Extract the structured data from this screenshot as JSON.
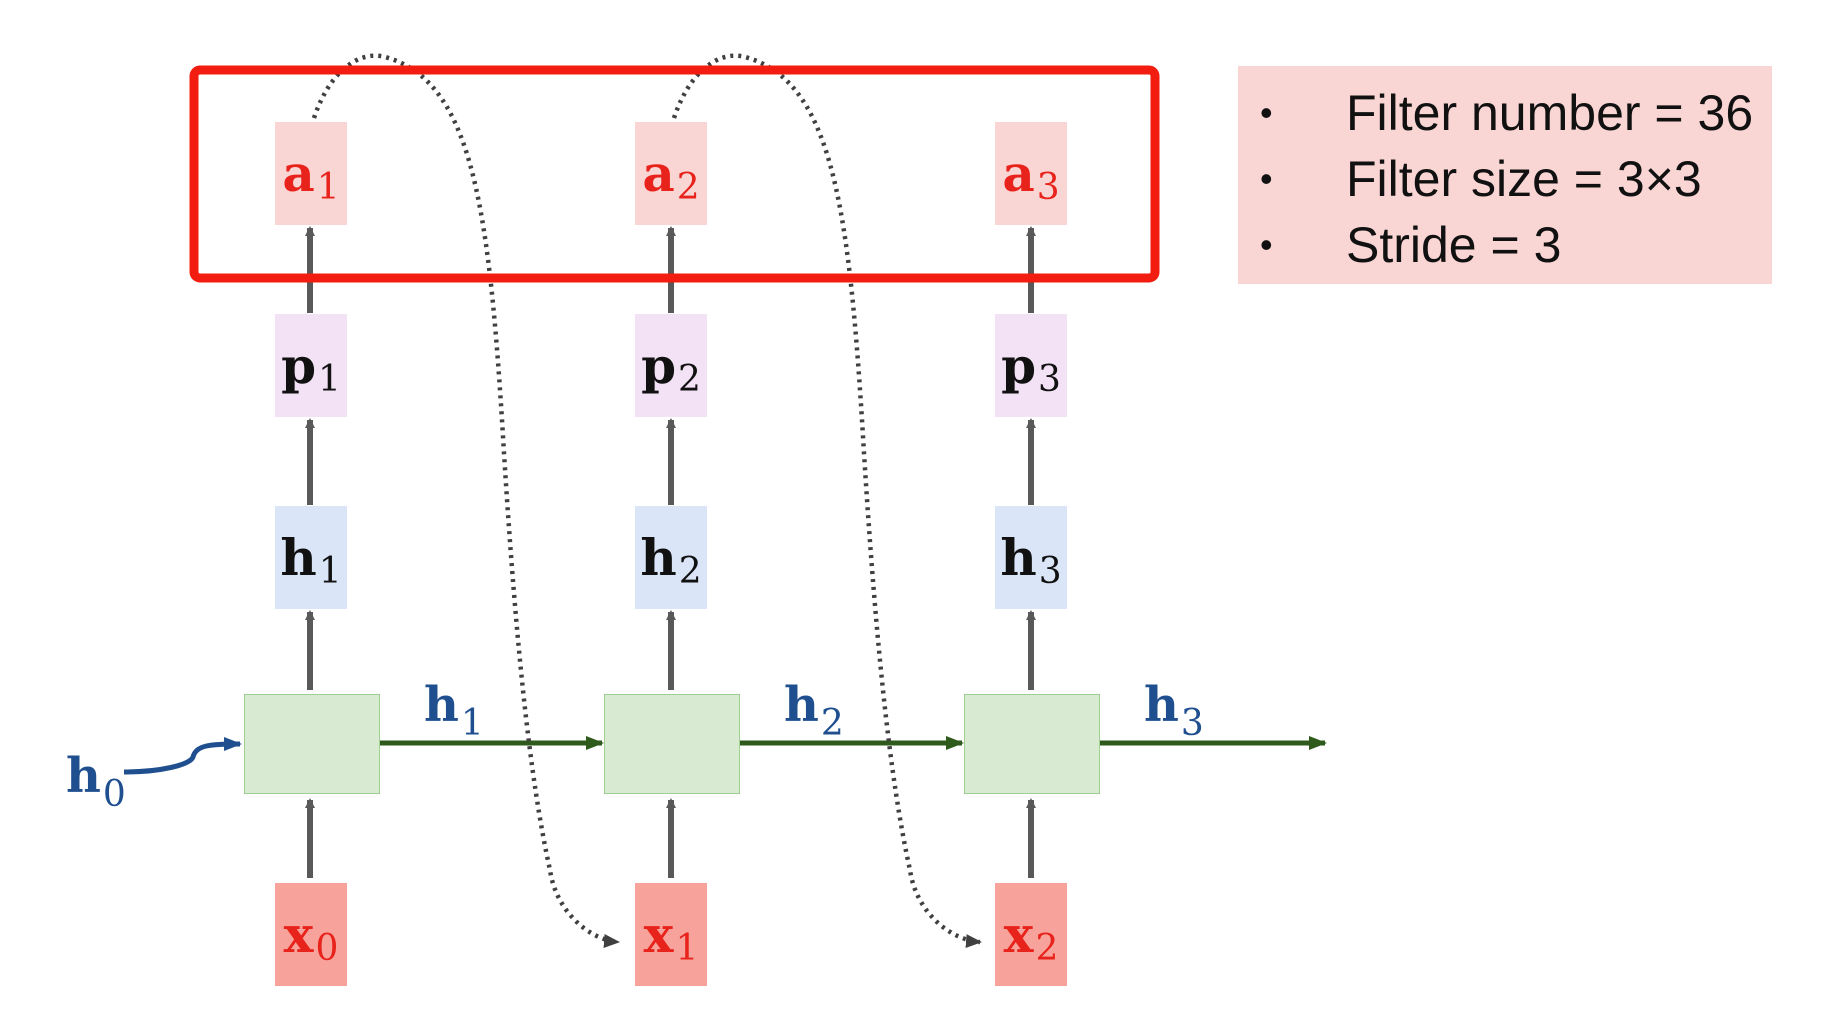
{
  "nodes": {
    "x": [
      {
        "base": "x",
        "sub": "0"
      },
      {
        "base": "x",
        "sub": "1"
      },
      {
        "base": "x",
        "sub": "2"
      }
    ],
    "h": [
      {
        "base": "h",
        "sub": "1"
      },
      {
        "base": "h",
        "sub": "2"
      },
      {
        "base": "h",
        "sub": "3"
      }
    ],
    "p": [
      {
        "base": "p",
        "sub": "1"
      },
      {
        "base": "p",
        "sub": "2"
      },
      {
        "base": "p",
        "sub": "3"
      }
    ],
    "a": [
      {
        "base": "a",
        "sub": "1"
      },
      {
        "base": "a",
        "sub": "2"
      },
      {
        "base": "a",
        "sub": "3"
      }
    ]
  },
  "flow_labels": {
    "h0": {
      "base": "h",
      "sub": "0"
    },
    "h1": {
      "base": "h",
      "sub": "1"
    },
    "h2": {
      "base": "h",
      "sub": "2"
    },
    "h3": {
      "base": "h",
      "sub": "3"
    }
  },
  "info": {
    "items": [
      {
        "bullet": "•",
        "text": "Filter number = 36"
      },
      {
        "bullet": "•",
        "text": "Filter size = 3×3"
      },
      {
        "bullet": "•",
        "text": "Stride = 3"
      }
    ]
  },
  "colors": {
    "highlight_border": "#f21d10",
    "arrow_gray": "#595959",
    "arrow_green": "#2e5a1c",
    "arrow_blue": "#1f4f8f",
    "dotted": "#404040"
  }
}
